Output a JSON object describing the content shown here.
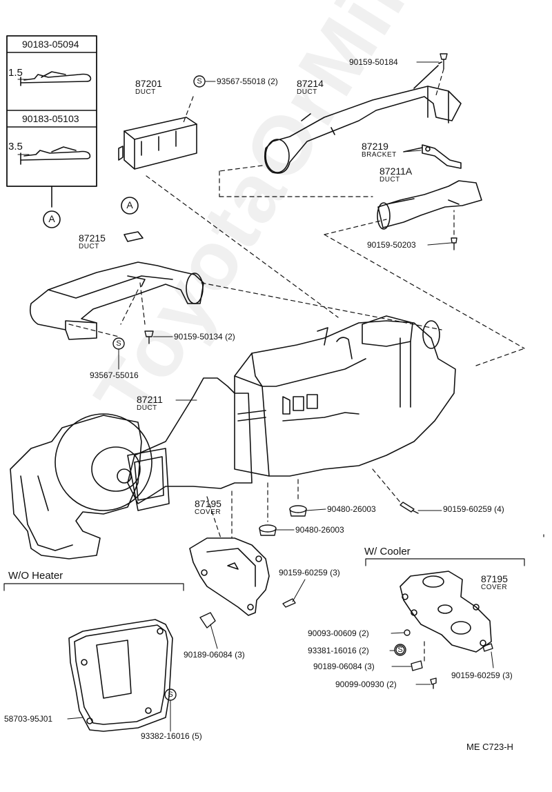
{
  "diagram": {
    "inset_clips": {
      "top_part": "90183-05094",
      "top_dim": "1.5",
      "bottom_part": "90183-05103",
      "bottom_dim": "3.5",
      "ref_marker": "A"
    },
    "parts": [
      {
        "id": "p87201",
        "number": "87201",
        "name": "DUCT"
      },
      {
        "id": "p87214",
        "number": "87214",
        "name": "DUCT"
      },
      {
        "id": "p87219",
        "number": "87219",
        "name": "BRACKET"
      },
      {
        "id": "p87211a",
        "number": "87211A",
        "name": "DUCT"
      },
      {
        "id": "p87215",
        "number": "87215",
        "name": "DUCT"
      },
      {
        "id": "p87211",
        "number": "87211",
        "name": "DUCT"
      },
      {
        "id": "p87195a",
        "number": "87195",
        "name": "COVER"
      },
      {
        "id": "p87195b",
        "number": "87195",
        "name": "COVER"
      }
    ],
    "callouts": [
      "93567-55018 (2)",
      "90159-50184",
      "90159-50203",
      "90159-50134 (2)",
      "93567-55016",
      "90480-26003",
      "90480-26003",
      "90159-60259 (4)",
      "90159-60259 (3)",
      "90189-06084 (3)",
      "58703-95J01",
      "93382-16016 (5)",
      "90093-00609 (2)",
      "93381-16016 (2)",
      "90189-06084 (3)",
      "90099-00930 (2)",
      "90159-60259 (3)"
    ],
    "sections": {
      "wo_heater": "W/O Heater",
      "w_cooler": "W/ Cooler"
    },
    "markers": {
      "s": "S",
      "a": "A"
    },
    "footer_code": "ME  C723-H",
    "watermark": "ToyotaOrMire.ru"
  }
}
